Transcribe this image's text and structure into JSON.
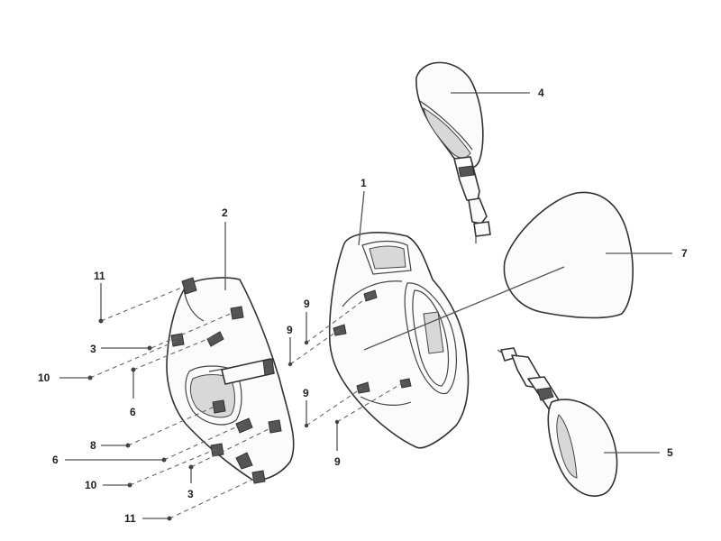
{
  "callouts": {
    "c1": "1",
    "c2": "2",
    "c3a": "3",
    "c3b": "3",
    "c4": "4",
    "c5": "5",
    "c6a": "6",
    "c6b": "6",
    "c7": "7",
    "c8": "8",
    "c9a": "9",
    "c9b": "9",
    "c9c": "9",
    "c9d": "9",
    "c10a": "10",
    "c10b": "10",
    "c11a": "11",
    "c11b": "11"
  }
}
